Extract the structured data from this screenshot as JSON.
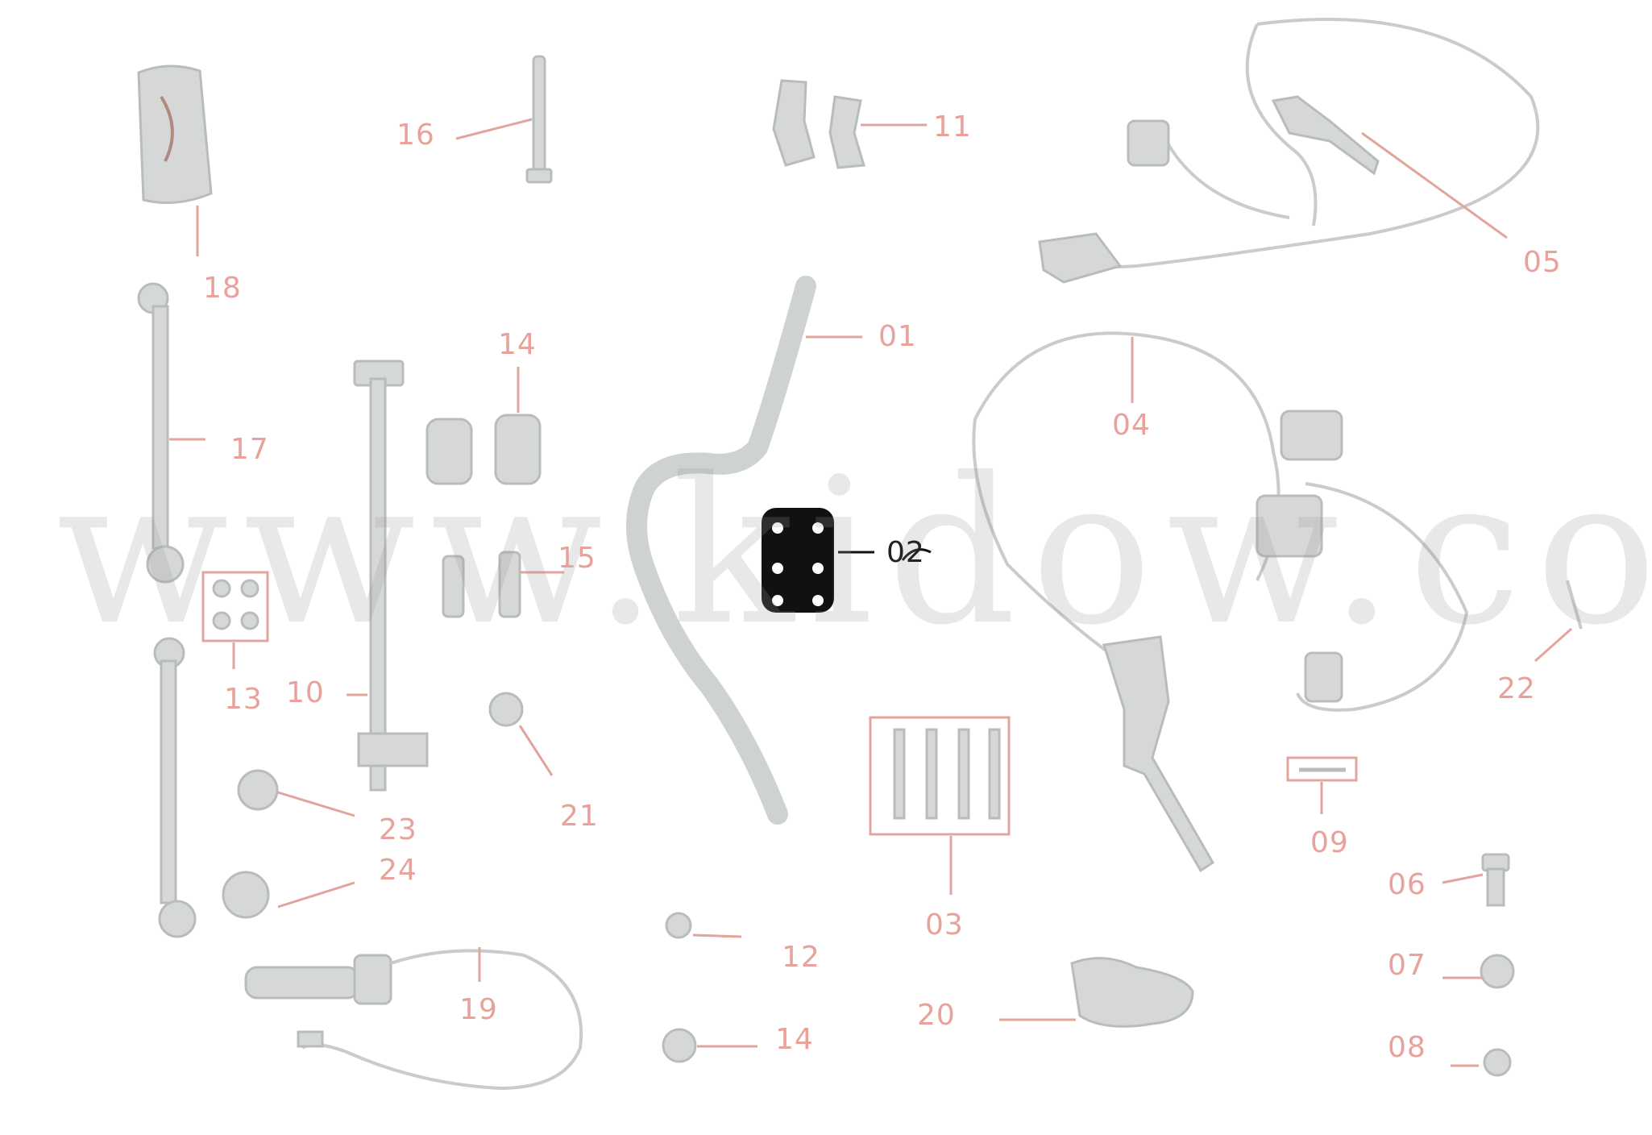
{
  "watermark": "www.kidow.co.il",
  "labels": {
    "p01": "01",
    "p02": "02",
    "p03": "03",
    "p04": "04",
    "p05": "05",
    "p06": "06",
    "p07": "07",
    "p08": "08",
    "p09": "09",
    "p10": "10",
    "p11": "11",
    "p12": "12",
    "p13": "13",
    "p14a": "14",
    "p14b": "14",
    "p15": "15",
    "p16": "16",
    "p17": "17",
    "p18": "18",
    "p19": "19",
    "p20": "20",
    "p21": "21",
    "p22": "22",
    "p23": "23",
    "p24": "24"
  },
  "colors": {
    "label": "#e8a19b",
    "part": "#d6d8d8",
    "highlight": "#111111"
  }
}
